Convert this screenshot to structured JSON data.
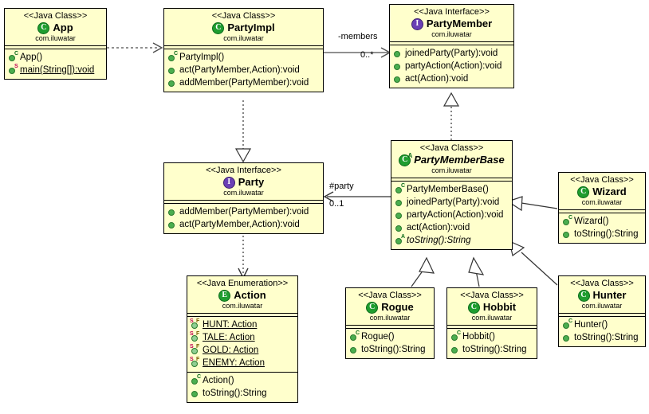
{
  "diagram": {
    "title": "UML Class Diagram",
    "package": "com.iluwatar",
    "background": "#ffffff",
    "box_fill": "#ffffcc",
    "box_stroke": "#000000",
    "class_icon_color": "#1f9d2f",
    "interface_icon_color": "#6a3fb5",
    "member_dot_color": "#4bae4f"
  },
  "classes": {
    "app": {
      "stereotype": "<<Java Class>>",
      "name": "App",
      "package": "com.iluwatar",
      "icon": "class-circle-icon",
      "members": [
        {
          "text": "App()",
          "marker": "constructor",
          "underline": false,
          "abstract": false
        },
        {
          "text": "main(String[]):void",
          "marker": "static",
          "underline": true,
          "abstract": false
        }
      ]
    },
    "party_impl": {
      "stereotype": "<<Java Class>>",
      "name": "PartyImpl",
      "package": "com.iluwatar",
      "icon": "class-circle-icon",
      "members": [
        {
          "text": "PartyImpl()",
          "marker": "constructor",
          "underline": false,
          "abstract": false
        },
        {
          "text": "act(PartyMember,Action):void",
          "marker": "method",
          "underline": false,
          "abstract": false
        },
        {
          "text": "addMember(PartyMember):void",
          "marker": "method",
          "underline": false,
          "abstract": false
        }
      ]
    },
    "party_member": {
      "stereotype": "<<Java Interface>>",
      "name": "PartyMember",
      "package": "com.iluwatar",
      "icon": "interface-circle-icon",
      "members": [
        {
          "text": "joinedParty(Party):void",
          "marker": "method",
          "underline": false,
          "abstract": false
        },
        {
          "text": "partyAction(Action):void",
          "marker": "method",
          "underline": false,
          "abstract": false
        },
        {
          "text": "act(Action):void",
          "marker": "method",
          "underline": false,
          "abstract": false
        }
      ]
    },
    "party": {
      "stereotype": "<<Java Interface>>",
      "name": "Party",
      "package": "com.iluwatar",
      "icon": "interface-circle-icon",
      "members": [
        {
          "text": "addMember(PartyMember):void",
          "marker": "method",
          "underline": false,
          "abstract": false
        },
        {
          "text": "act(PartyMember,Action):void",
          "marker": "method",
          "underline": false,
          "abstract": false
        }
      ]
    },
    "party_member_base": {
      "stereotype": "<<Java Class>>",
      "name": "PartyMemberBase",
      "package": "com.iluwatar",
      "icon": "class-circle-icon",
      "is_abstract": true,
      "members": [
        {
          "text": "PartyMemberBase()",
          "marker": "constructor",
          "underline": false,
          "abstract": false
        },
        {
          "text": "joinedParty(Party):void",
          "marker": "method",
          "underline": false,
          "abstract": false
        },
        {
          "text": "partyAction(Action):void",
          "marker": "method",
          "underline": false,
          "abstract": false
        },
        {
          "text": "act(Action):void",
          "marker": "method",
          "underline": false,
          "abstract": false
        },
        {
          "text": "toString():String",
          "marker": "abstract",
          "underline": false,
          "abstract": true
        }
      ]
    },
    "action": {
      "stereotype": "<<Java Enumeration>>",
      "name": "Action",
      "package": "com.iluwatar",
      "icon": "enum-circle-icon",
      "fields": [
        {
          "text": "HUNT: Action",
          "marker": "static-final",
          "underline": true
        },
        {
          "text": "TALE: Action",
          "marker": "static-final",
          "underline": true
        },
        {
          "text": "GOLD: Action",
          "marker": "static-final",
          "underline": true
        },
        {
          "text": "ENEMY: Action",
          "marker": "static-final",
          "underline": true
        }
      ],
      "members": [
        {
          "text": "Action()",
          "marker": "constructor",
          "underline": false,
          "abstract": false
        },
        {
          "text": "toString():String",
          "marker": "method",
          "underline": false,
          "abstract": false
        }
      ]
    },
    "wizard": {
      "stereotype": "<<Java Class>>",
      "name": "Wizard",
      "package": "com.iluwatar",
      "icon": "class-circle-icon",
      "members": [
        {
          "text": "Wizard()",
          "marker": "constructor",
          "underline": false,
          "abstract": false
        },
        {
          "text": "toString():String",
          "marker": "method",
          "underline": false,
          "abstract": false
        }
      ]
    },
    "hunter": {
      "stereotype": "<<Java Class>>",
      "name": "Hunter",
      "package": "com.iluwatar",
      "icon": "class-circle-icon",
      "members": [
        {
          "text": "Hunter()",
          "marker": "constructor",
          "underline": false,
          "abstract": false
        },
        {
          "text": "toString():String",
          "marker": "method",
          "underline": false,
          "abstract": false
        }
      ]
    },
    "rogue": {
      "stereotype": "<<Java Class>>",
      "name": "Rogue",
      "package": "com.iluwatar",
      "icon": "class-circle-icon",
      "members": [
        {
          "text": "Rogue()",
          "marker": "constructor",
          "underline": false,
          "abstract": false
        },
        {
          "text": "toString():String",
          "marker": "method",
          "underline": false,
          "abstract": false
        }
      ]
    },
    "hobbit": {
      "stereotype": "<<Java Class>>",
      "name": "Hobbit",
      "package": "com.iluwatar",
      "icon": "class-circle-icon",
      "members": [
        {
          "text": "Hobbit()",
          "marker": "constructor",
          "underline": false,
          "abstract": false
        },
        {
          "text": "toString():String",
          "marker": "method",
          "underline": false,
          "abstract": false
        }
      ]
    }
  },
  "icon_glyphs": {
    "class": "C",
    "interface": "I",
    "enum": "E",
    "abstract_mark": "A",
    "constructor_mark": "C",
    "static_mark": "S",
    "static_final_1": "S",
    "static_final_2": "F"
  },
  "edges": {
    "app_to_partyimpl": {
      "type": "dependency",
      "label": ""
    },
    "partyimpl_to_party": {
      "type": "realization",
      "label": ""
    },
    "partyimpl_to_partymember": {
      "type": "association",
      "label": "-members",
      "multiplicity": "0..*"
    },
    "partymemberbase_to_partymember": {
      "type": "realization",
      "label": ""
    },
    "partymemberbase_to_party": {
      "type": "association",
      "label": "#party",
      "multiplicity": "0..1"
    },
    "party_to_action": {
      "type": "dependency",
      "label": ""
    },
    "rogue_to_base": {
      "type": "generalization",
      "label": ""
    },
    "hobbit_to_base": {
      "type": "generalization",
      "label": ""
    },
    "wizard_to_base": {
      "type": "generalization",
      "label": ""
    },
    "hunter_to_base": {
      "type": "generalization",
      "label": ""
    }
  }
}
